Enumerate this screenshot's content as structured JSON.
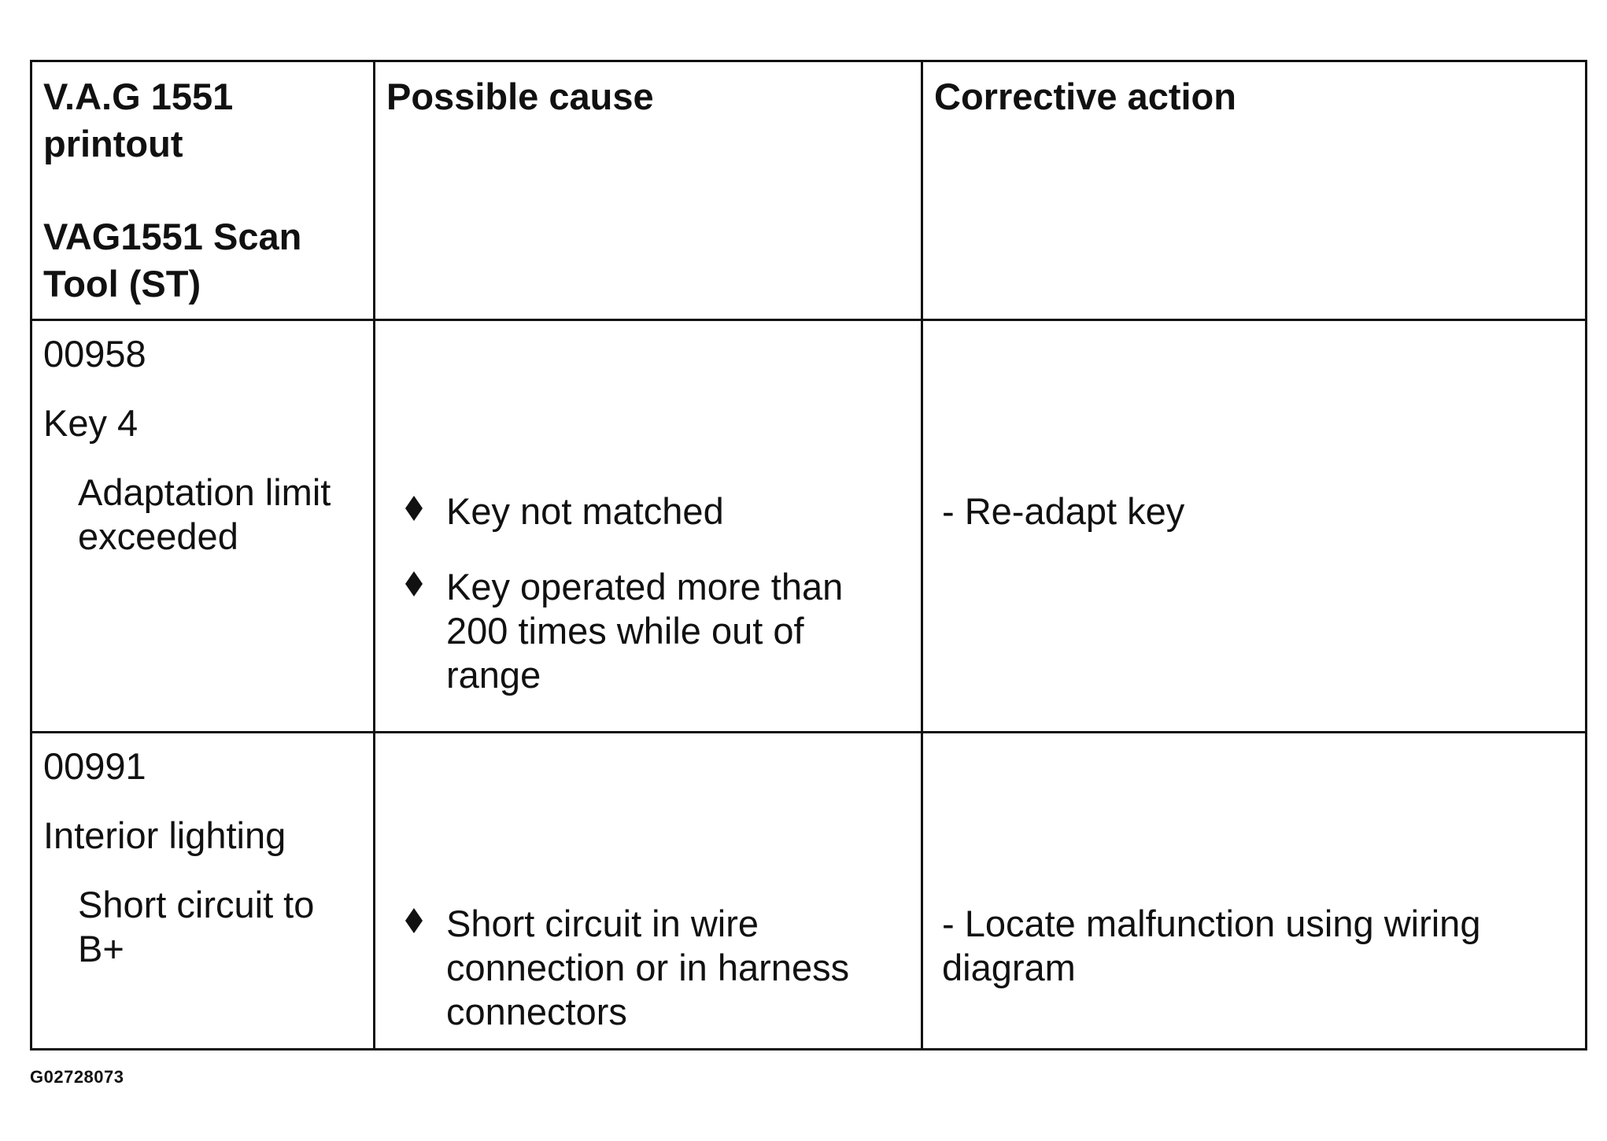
{
  "table": {
    "header": {
      "col1_line1": "V.A.G 1551",
      "col1_line2": "printout",
      "col1_line3": "VAG1551 Scan",
      "col1_line4": "Tool (ST)",
      "col2": "Possible cause",
      "col3": "Corrective action"
    },
    "rows": [
      {
        "code": "00958",
        "subject": "Key 4",
        "condition_line1": "Adaptation limit",
        "condition_line2": "exceeded",
        "cause1": "Key not matched",
        "cause2_line1": "Key operated more than",
        "cause2_line2": "200 times while out of",
        "cause2_line3": "range",
        "action_line1": "- Re-adapt key"
      },
      {
        "code": "00991",
        "subject": "Interior lighting",
        "condition_line1": "Short circuit to",
        "condition_line2": "B+",
        "cause1_line1": "Short circuit in wire",
        "cause1_line2": "connection or in harness",
        "cause1_line3": "connectors",
        "action_line1": "- Locate malfunction using wiring",
        "action_line2": "diagram"
      }
    ]
  },
  "figure_id": "G02728073",
  "icons": {
    "bullet": "diamond-bullet-icon"
  }
}
